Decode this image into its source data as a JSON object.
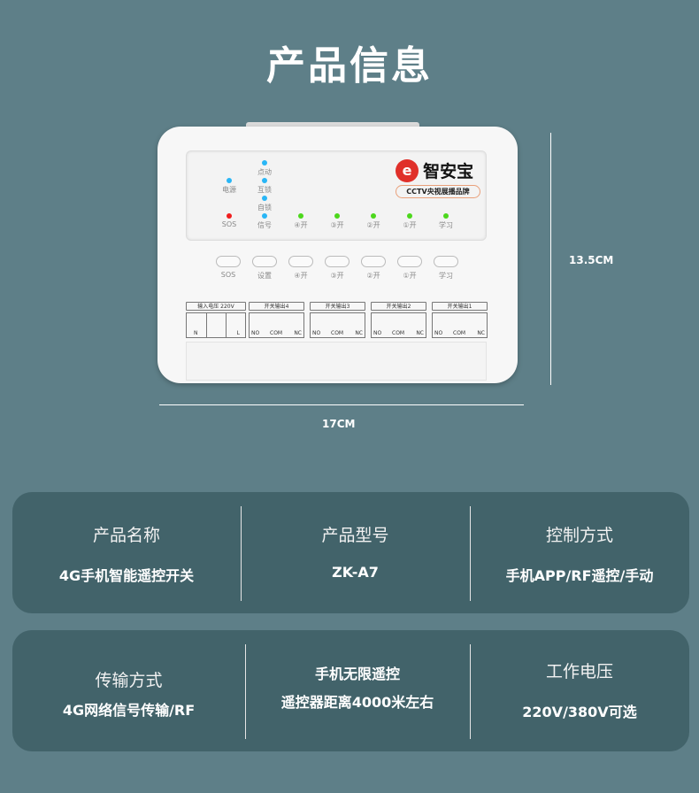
{
  "title": "产品信息",
  "device": {
    "logo_name": "智安宝",
    "logo_mark": "e",
    "cctv": "CCTV央视展播品牌",
    "leds": [
      {
        "label": "电源",
        "color": "#29b6f6"
      },
      {
        "label": "点动",
        "color": "#29b6f6"
      },
      {
        "label": "互锁",
        "color": "#29b6f6"
      },
      {
        "label": "自锁",
        "color": "#29b6f6"
      },
      {
        "label": "SOS",
        "color": "#f01d1d"
      },
      {
        "label": "信号",
        "color": "#29b6f6"
      },
      {
        "label": "④开",
        "color": "#4cd71c"
      },
      {
        "label": "③开",
        "color": "#4cd71c"
      },
      {
        "label": "②开",
        "color": "#4cd71c"
      },
      {
        "label": "①开",
        "color": "#4cd71c"
      },
      {
        "label": "学习",
        "color": "#4cd71c"
      }
    ],
    "buttons": [
      "SOS",
      "设置",
      "④开",
      "③开",
      "②开",
      "①开",
      "学习"
    ],
    "input": {
      "header": "输入电压  220V",
      "n": "N",
      "l": "L"
    },
    "outputs": [
      "开关输出4",
      "开关输出3",
      "开关输出2",
      "开关输出1"
    ],
    "terminal_labels": {
      "no": "NO",
      "com": "COM",
      "nc": "NC"
    }
  },
  "dimensions": {
    "height": "13.5CM",
    "width": "17CM"
  },
  "specs": [
    [
      {
        "h": "产品名称",
        "v": "4G手机智能遥控开关"
      },
      {
        "h": "产品型号",
        "v": "ZK-A7"
      },
      {
        "h": "控制方式",
        "v": "手机APP/RF遥控/手动"
      }
    ],
    [
      {
        "h": "传输方式",
        "v": "4G网络信号传输/RF"
      },
      {
        "h": "手机无限遥控",
        "v": "遥控器距离4000米左右"
      },
      {
        "h": "工作电压",
        "v": "220V/380V可选"
      }
    ]
  ]
}
